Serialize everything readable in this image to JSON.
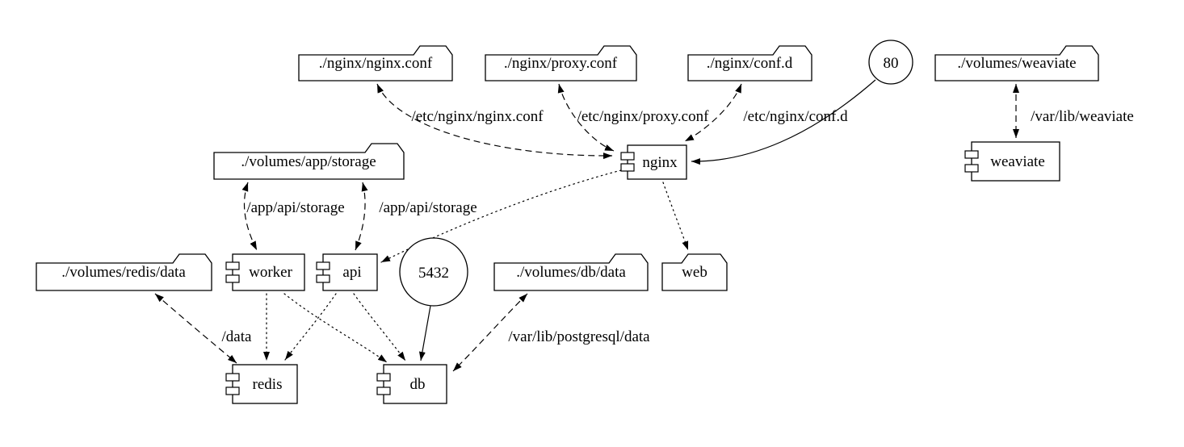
{
  "diagram": {
    "kind": "docker-compose architecture graph",
    "nodes": {
      "nginx_conf": {
        "label": "./nginx/nginx.conf",
        "type": "folder"
      },
      "proxy_conf": {
        "label": "./nginx/proxy.conf",
        "type": "folder"
      },
      "conf_d": {
        "label": "./nginx/conf.d",
        "type": "folder"
      },
      "port80": {
        "label": "80",
        "type": "port-circle"
      },
      "volumes_weaviate": {
        "label": "./volumes/weaviate",
        "type": "folder"
      },
      "volumes_app_storage": {
        "label": "./volumes/app/storage",
        "type": "folder"
      },
      "nginx": {
        "label": "nginx",
        "type": "component"
      },
      "weaviate": {
        "label": "weaviate",
        "type": "component"
      },
      "volumes_redis_data": {
        "label": "./volumes/redis/data",
        "type": "folder"
      },
      "worker": {
        "label": "worker",
        "type": "component"
      },
      "api": {
        "label": "api",
        "type": "component"
      },
      "port5432": {
        "label": "5432",
        "type": "port-circle"
      },
      "volumes_db_data": {
        "label": "./volumes/db/data",
        "type": "folder"
      },
      "web": {
        "label": "web",
        "type": "folder"
      },
      "redis": {
        "label": "redis",
        "type": "component"
      },
      "db": {
        "label": "db",
        "type": "component"
      }
    },
    "edges": {
      "nginx_conf_mount": {
        "from": "./nginx/nginx.conf",
        "to": "nginx",
        "label": "/etc/nginx/nginx.conf",
        "style": "dashed-bidirectional"
      },
      "proxy_conf_mount": {
        "from": "./nginx/proxy.conf",
        "to": "nginx",
        "label": "/etc/nginx/proxy.conf",
        "style": "dashed-bidirectional"
      },
      "conf_d_mount": {
        "from": "./nginx/conf.d",
        "to": "nginx",
        "label": "/etc/nginx/conf.d",
        "style": "dashed-bidirectional"
      },
      "port80_link": {
        "from": "80",
        "to": "nginx",
        "label": "",
        "style": "solid"
      },
      "weaviate_mount": {
        "from": "./volumes/weaviate",
        "to": "weaviate",
        "label": "/var/lib/weaviate",
        "style": "dashed-bidirectional"
      },
      "worker_storage": {
        "from": "./volumes/app/storage",
        "to": "worker",
        "label": "/app/api/storage",
        "style": "dashed-bidirectional"
      },
      "api_storage": {
        "from": "./volumes/app/storage",
        "to": "api",
        "label": "/app/api/storage",
        "style": "dashed-bidirectional"
      },
      "nginx_api": {
        "from": "nginx",
        "to": "api",
        "label": "",
        "style": "dotted"
      },
      "nginx_web": {
        "from": "nginx",
        "to": "web",
        "label": "",
        "style": "dotted"
      },
      "redis_data_mount": {
        "from": "./volumes/redis/data",
        "to": "redis",
        "label": "/data",
        "style": "dashed-bidirectional"
      },
      "worker_redis": {
        "from": "worker",
        "to": "redis",
        "label": "",
        "style": "dotted"
      },
      "worker_db": {
        "from": "worker",
        "to": "db",
        "label": "",
        "style": "dotted"
      },
      "api_redis": {
        "from": "api",
        "to": "redis",
        "label": "",
        "style": "dotted"
      },
      "api_db": {
        "from": "api",
        "to": "db",
        "label": "",
        "style": "dotted"
      },
      "port5432_link": {
        "from": "5432",
        "to": "db",
        "label": "",
        "style": "solid"
      },
      "db_data_mount": {
        "from": "./volumes/db/data",
        "to": "db",
        "label": "/var/lib/postgresql/data",
        "style": "dashed-bidirectional"
      }
    }
  }
}
